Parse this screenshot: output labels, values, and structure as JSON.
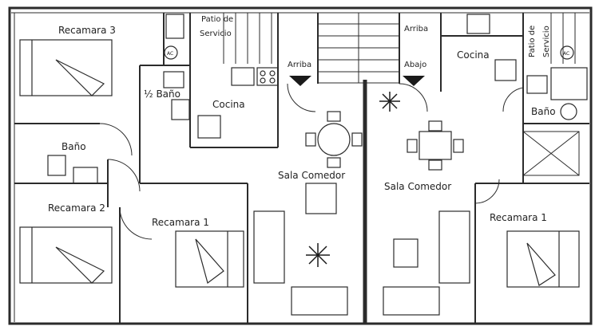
{
  "left_unit": {
    "rooms": {
      "recamara3": "Recamara 3",
      "patio": [
        "Patio de",
        "Servicio"
      ],
      "medio_bano": "½ Baño",
      "cocina": "Cocina",
      "bano": "Baño",
      "recamara2": "Recamara 2",
      "recamara1": "Recamara 1",
      "sala_comedor": "Sala Comedor"
    },
    "stairs": {
      "up": "Arriba"
    },
    "ac": "AC"
  },
  "right_unit": {
    "rooms": {
      "patio": [
        "Patio de",
        "Servicio"
      ],
      "cocina": "Cocina",
      "bano": "Baño",
      "sala_comedor": "Sala Comedor",
      "recamara1": "Recamara 1"
    },
    "stairs": {
      "up": "Arriba",
      "down": "Abajo"
    },
    "ac": "AC"
  },
  "colors": {
    "line": "#2b2b2b",
    "fill": "#ffffff"
  }
}
